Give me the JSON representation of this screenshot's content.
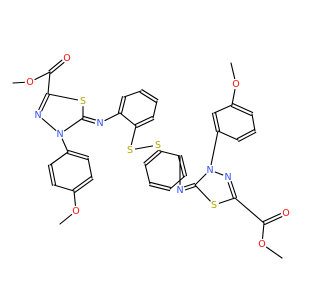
{
  "colors": {
    "bond": "#000000",
    "O": "#ff0d0d",
    "N": "#3050f8",
    "S": "#b5a800",
    "background": "#ffffff"
  },
  "molecule": {
    "atoms": [
      {
        "id": "o1",
        "el": "O",
        "label": "O"
      },
      {
        "id": "o2",
        "el": "O",
        "label": "O"
      },
      {
        "id": "s1",
        "el": "S",
        "label": "S"
      },
      {
        "id": "n1",
        "el": "N",
        "label": "N"
      },
      {
        "id": "n2",
        "el": "N",
        "label": "N"
      },
      {
        "id": "n3",
        "el": "N",
        "label": "N"
      },
      {
        "id": "ss1",
        "el": "S",
        "label": "S"
      },
      {
        "id": "ss2",
        "el": "S",
        "label": "S"
      },
      {
        "id": "o3",
        "el": "O",
        "label": "O"
      },
      {
        "id": "n4",
        "el": "N",
        "label": "N"
      },
      {
        "id": "o4",
        "el": "O",
        "label": "O"
      },
      {
        "id": "n5",
        "el": "N",
        "label": "N"
      },
      {
        "id": "s2",
        "el": "S",
        "label": "S"
      },
      {
        "id": "n6",
        "el": "N",
        "label": "N"
      },
      {
        "id": "o5",
        "el": "O",
        "label": "O"
      },
      {
        "id": "o6",
        "el": "O",
        "label": "O"
      }
    ]
  }
}
